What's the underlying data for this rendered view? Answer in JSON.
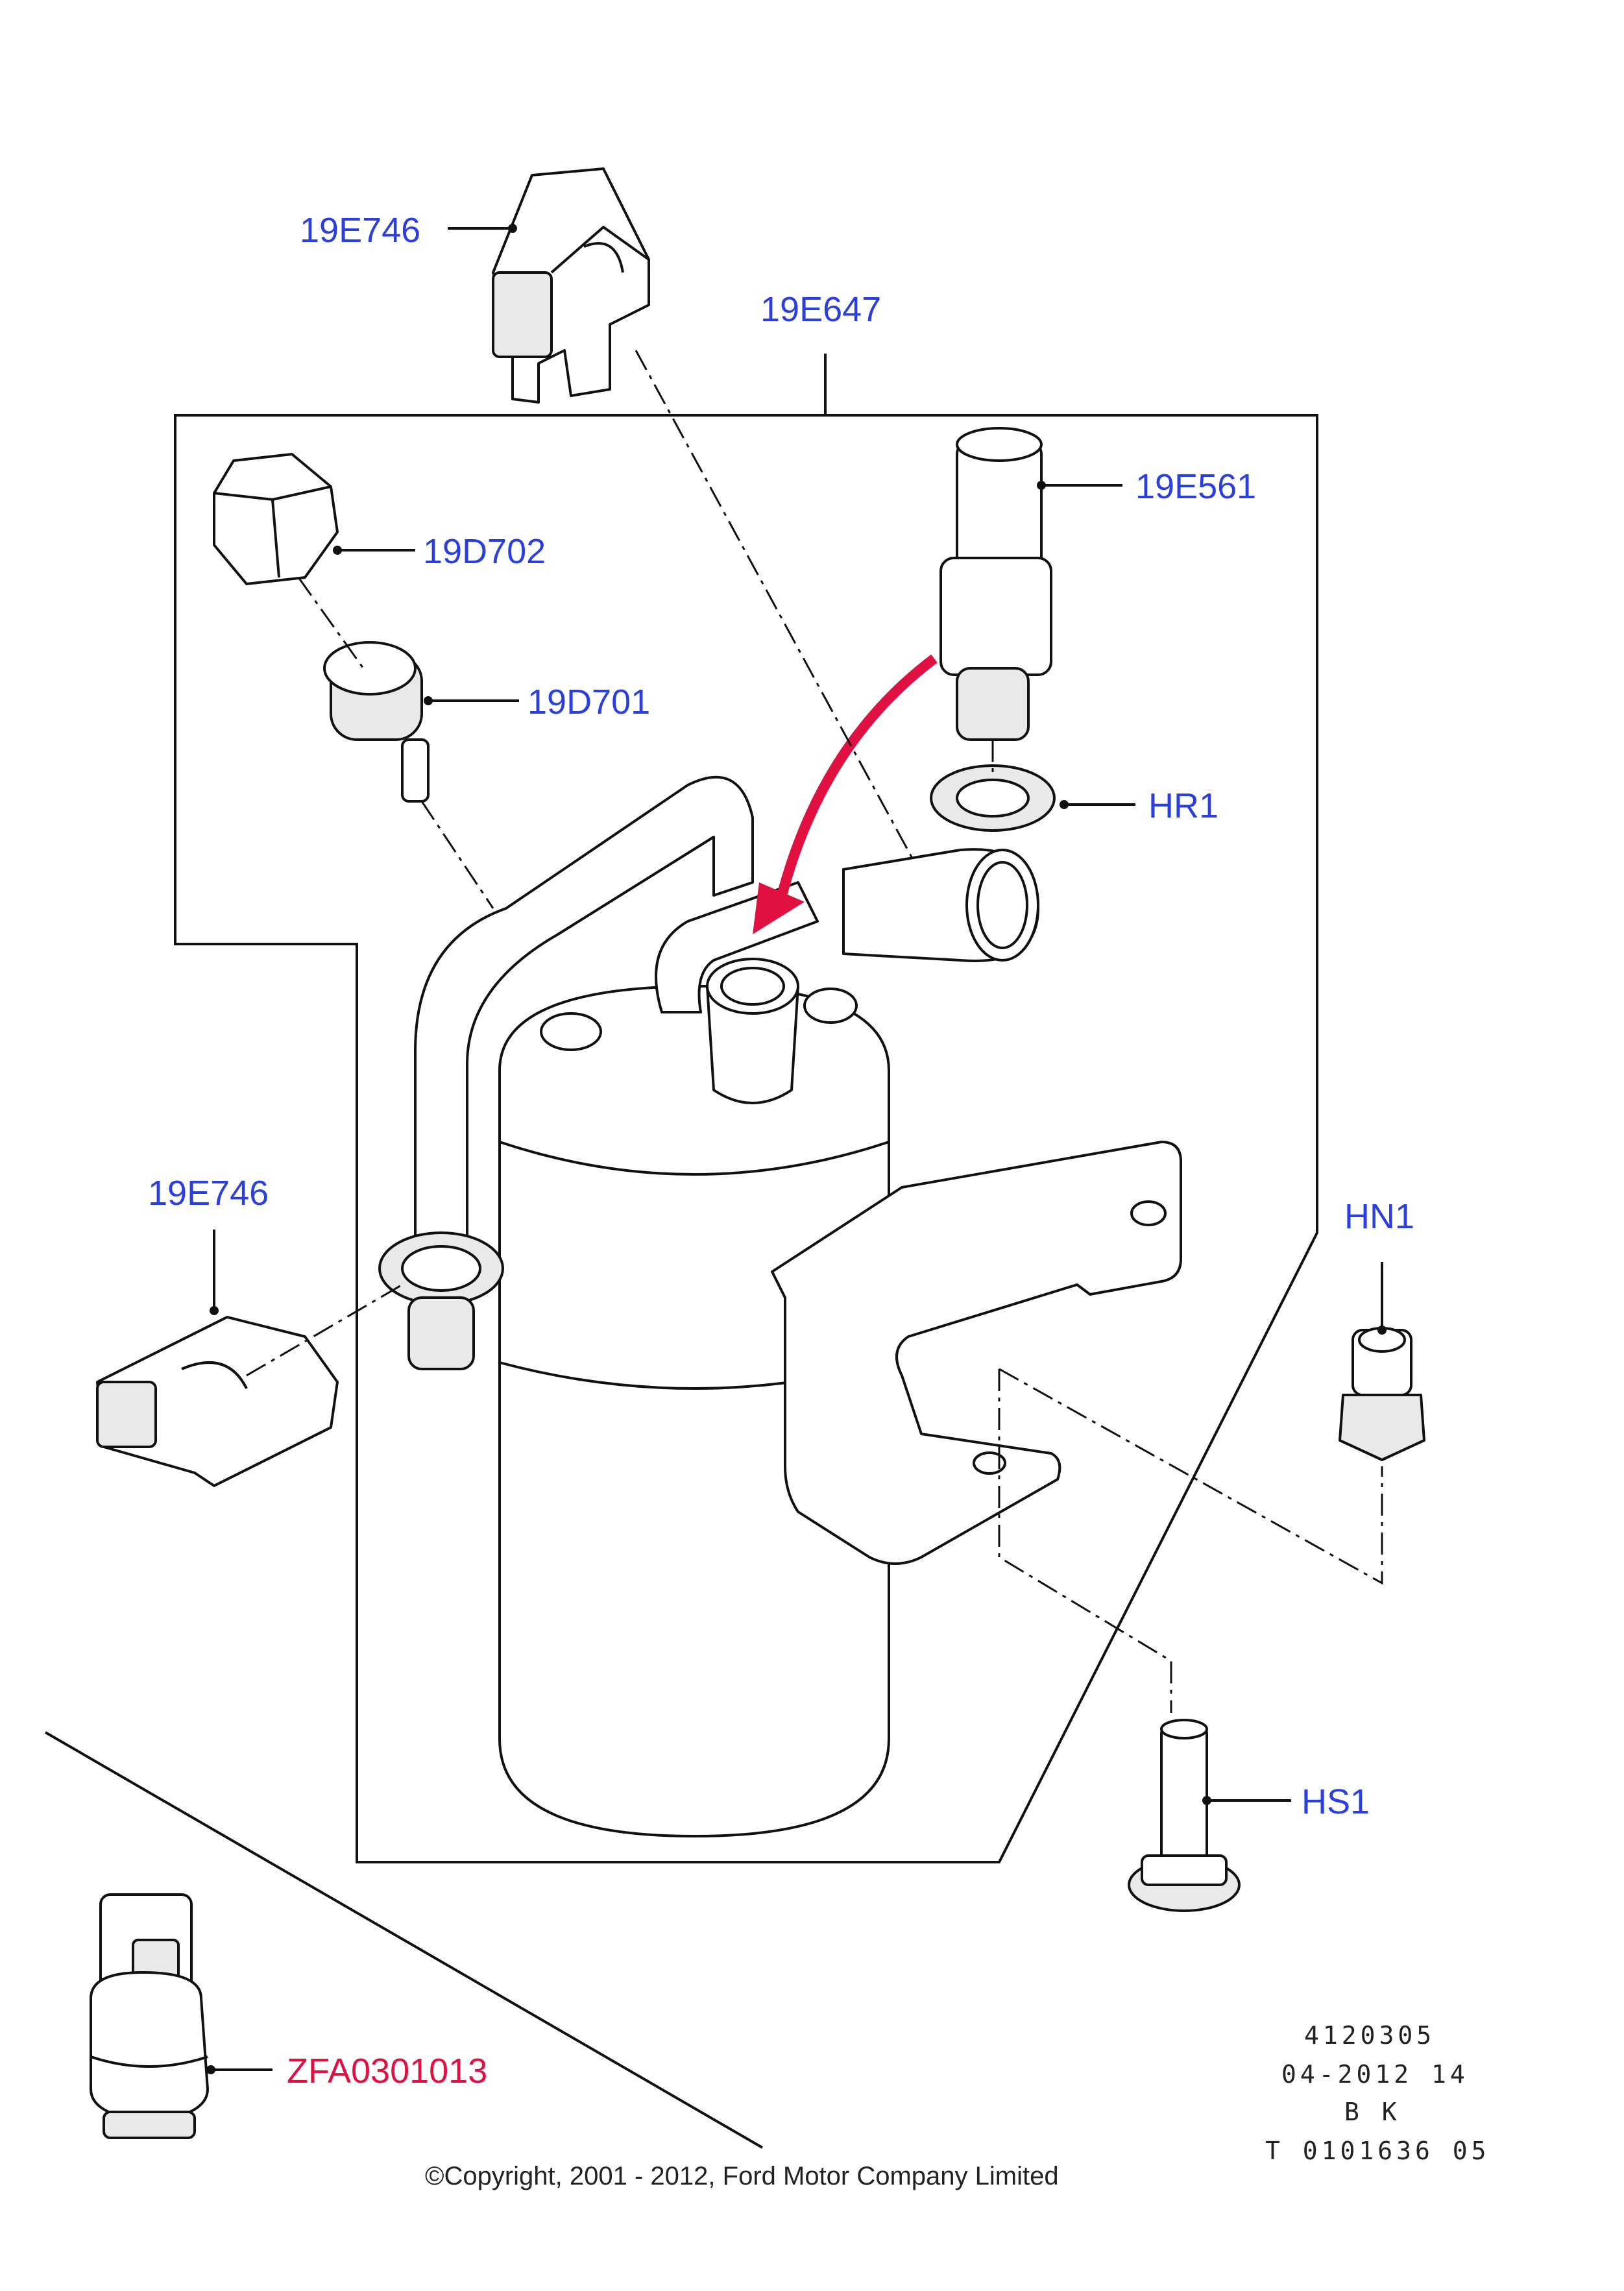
{
  "parts": {
    "clip_top": "19E746",
    "assembly": "19E647",
    "cap": "19D702",
    "valve": "19D701",
    "switch": "19E561",
    "seal_ring": "HR1",
    "clip_left": "19E746",
    "nut": "HN1",
    "screw": "HS1",
    "refrigerant": "ZFA0301013"
  },
  "reference": {
    "line1": "4120305",
    "line2": "04-2012 14",
    "line3": "B K",
    "line4": "T 0101636 05"
  },
  "copyright": "©Copyright, 2001 - 2012, Ford Motor Company Limited",
  "colors": {
    "part_label": "#2b3fe0",
    "accessory_label": "#e01040",
    "arrow": "#e01040",
    "line": "#111111"
  }
}
